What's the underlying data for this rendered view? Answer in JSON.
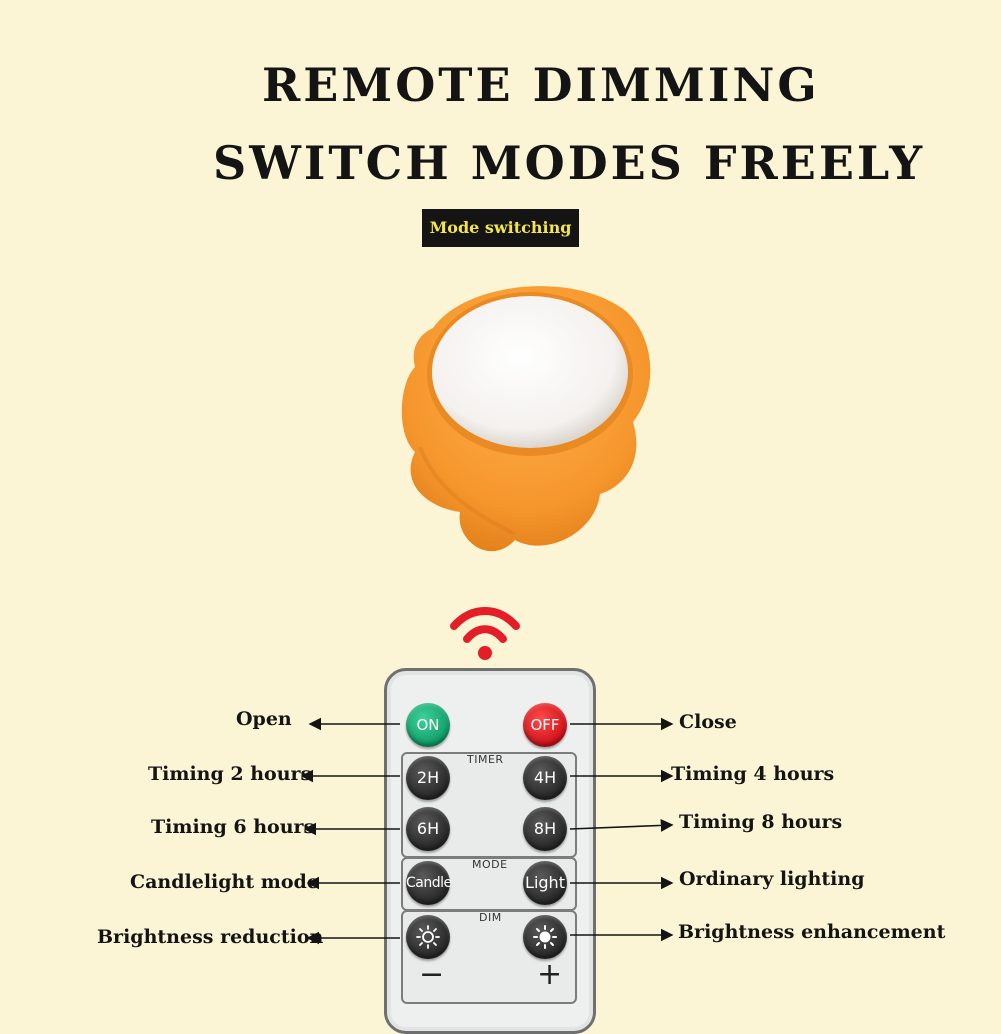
{
  "heading": {
    "line1": "REMOTE DIMMING",
    "line2": "SWITCH MODES FREELY",
    "badge": "Mode switching"
  },
  "remote": {
    "buttons": {
      "on": "ON",
      "off": "OFF",
      "timer_2h": "2H",
      "timer_4h": "4H",
      "timer_6h": "6H",
      "timer_8h": "8H",
      "candle": "Candle",
      "light": "Light"
    },
    "sections": {
      "timer": "TIMER",
      "mode": "MODE",
      "dim": "DIM"
    },
    "minus": "−",
    "plus": "+"
  },
  "callouts": {
    "open": "Open",
    "close": "Close",
    "timing_2": "Timing 2 hours",
    "timing_4": "Timing 4 hours",
    "timing_6": "Timing 6 hours",
    "timing_8": "Timing 8 hours",
    "candlelight": "Candlelight mode",
    "ordinary": "Ordinary lighting",
    "bright_down": "Brightness reduction",
    "bright_up": "Brightness enhancement"
  },
  "colors": {
    "background": "#fbf5d6",
    "lamp_orange": "#f59a2f",
    "on_button": "#17b07a",
    "off_button": "#e8202a",
    "signal_red": "#e41e26",
    "badge_text": "#f3e646"
  },
  "icons": [
    "wifi-signal-icon",
    "sun-outline-icon",
    "sun-filled-icon"
  ]
}
